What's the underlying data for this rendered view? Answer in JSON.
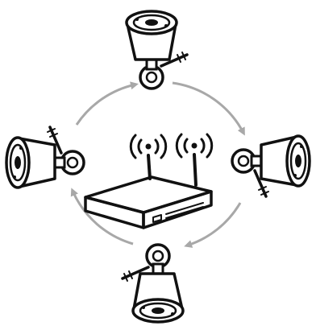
{
  "diagram": {
    "description_nodes": [
      {
        "id": "camera-top",
        "icon": "wireless-camera-icon"
      },
      {
        "id": "camera-right",
        "icon": "wireless-camera-icon"
      },
      {
        "id": "camera-bottom",
        "icon": "wireless-camera-icon"
      },
      {
        "id": "camera-left",
        "icon": "wireless-camera-icon"
      },
      {
        "id": "nvr",
        "icon": "wireless-nvr-router-icon"
      }
    ],
    "connection_style": "circular-arrows",
    "colors": {
      "line": "#111111",
      "arrow_ring": "#a8a8a8",
      "background": "#ffffff"
    }
  }
}
